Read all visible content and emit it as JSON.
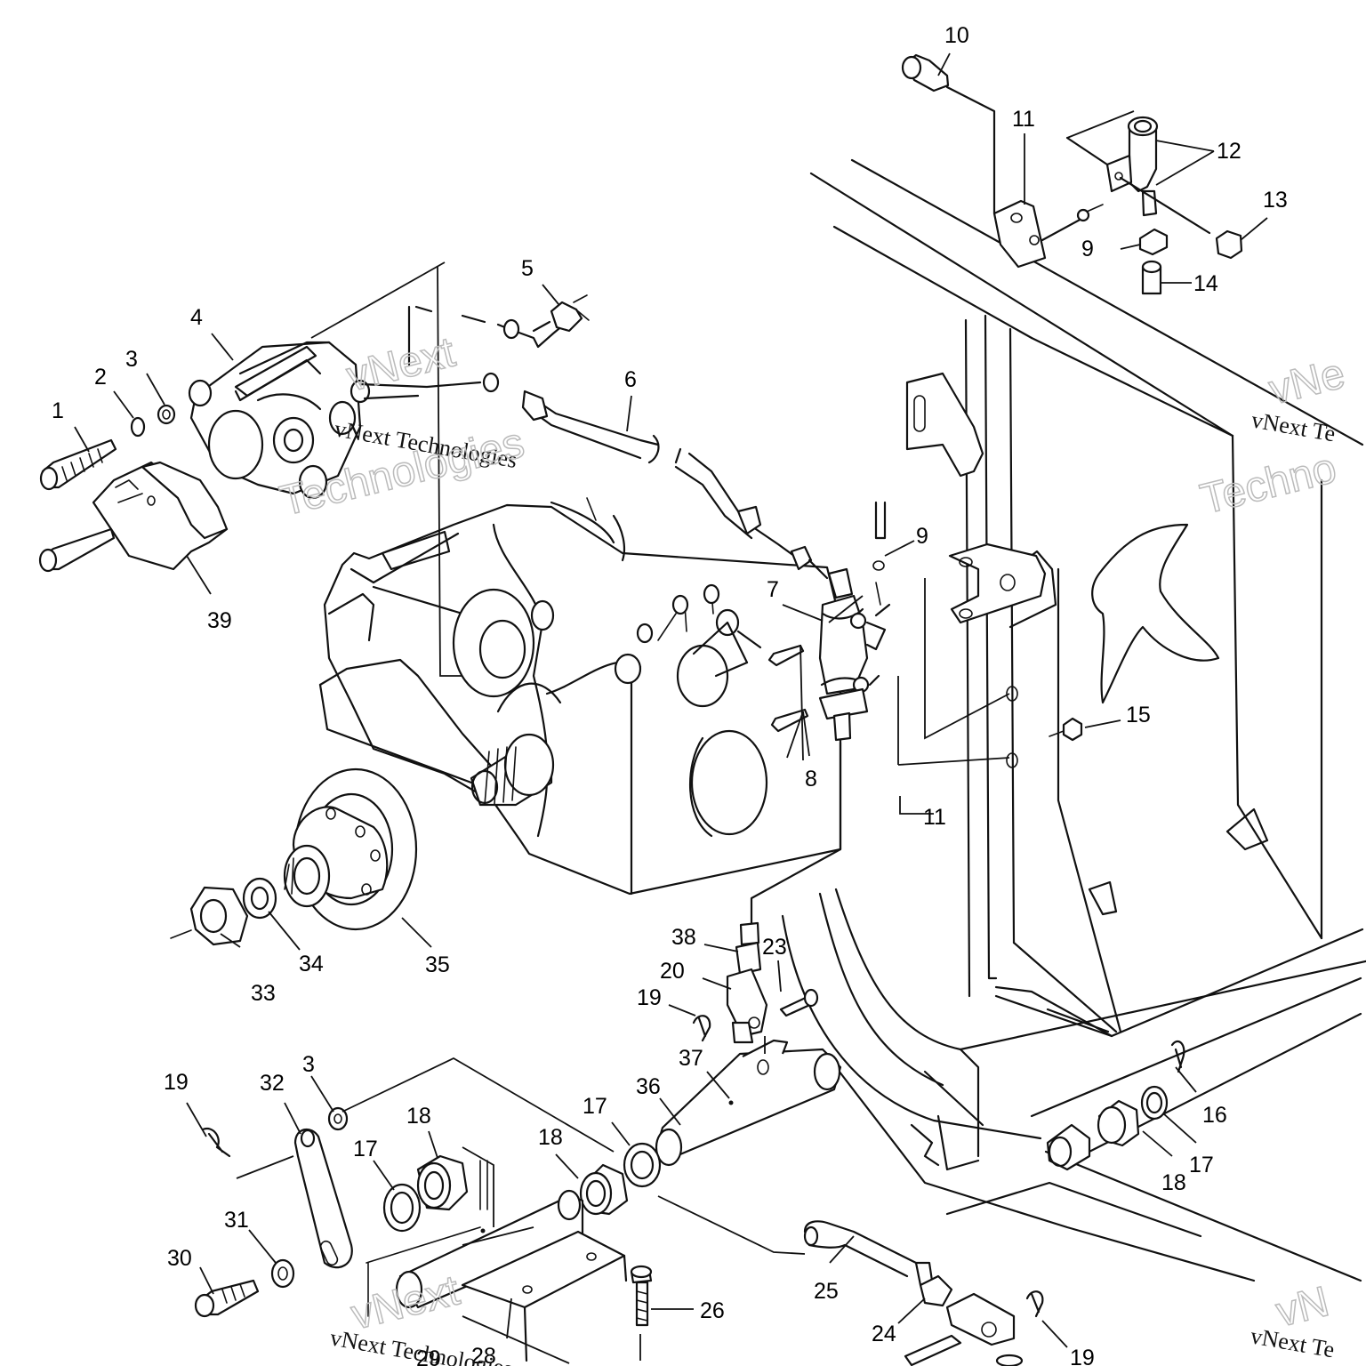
{
  "callouts": [
    {
      "id": "c1",
      "label": "1"
    },
    {
      "id": "c2",
      "label": "2"
    },
    {
      "id": "c3a",
      "label": "3"
    },
    {
      "id": "c4",
      "label": "4"
    },
    {
      "id": "c5",
      "label": "5"
    },
    {
      "id": "c6",
      "label": "6"
    },
    {
      "id": "c7",
      "label": "7"
    },
    {
      "id": "c8",
      "label": "8"
    },
    {
      "id": "c9a",
      "label": "9"
    },
    {
      "id": "c9b",
      "label": "9"
    },
    {
      "id": "c10",
      "label": "10"
    },
    {
      "id": "c11a",
      "label": "11"
    },
    {
      "id": "c11b",
      "label": "11"
    },
    {
      "id": "c12",
      "label": "12"
    },
    {
      "id": "c13",
      "label": "13"
    },
    {
      "id": "c14",
      "label": "14"
    },
    {
      "id": "c15",
      "label": "15"
    },
    {
      "id": "c16",
      "label": "16"
    },
    {
      "id": "c17a",
      "label": "17"
    },
    {
      "id": "c17b",
      "label": "17"
    },
    {
      "id": "c17c",
      "label": "17"
    },
    {
      "id": "c18a",
      "label": "18"
    },
    {
      "id": "c18b",
      "label": "18"
    },
    {
      "id": "c18c",
      "label": "18"
    },
    {
      "id": "c19a",
      "label": "19"
    },
    {
      "id": "c19b",
      "label": "19"
    },
    {
      "id": "c19c",
      "label": "19"
    },
    {
      "id": "c20",
      "label": "20"
    },
    {
      "id": "c23",
      "label": "23"
    },
    {
      "id": "c24",
      "label": "24"
    },
    {
      "id": "c25",
      "label": "25"
    },
    {
      "id": "c26",
      "label": "26"
    },
    {
      "id": "c29",
      "label": "29"
    },
    {
      "id": "c28",
      "label": "28"
    },
    {
      "id": "c30",
      "label": "30"
    },
    {
      "id": "c31",
      "label": "31"
    },
    {
      "id": "c32",
      "label": "32"
    },
    {
      "id": "c3b",
      "label": "3"
    },
    {
      "id": "c33",
      "label": "33"
    },
    {
      "id": "c34",
      "label": "34"
    },
    {
      "id": "c35",
      "label": "35"
    },
    {
      "id": "c36",
      "label": "36"
    },
    {
      "id": "c37",
      "label": "37"
    },
    {
      "id": "c38",
      "label": "38"
    },
    {
      "id": "c39",
      "label": "39"
    }
  ],
  "watermarks": {
    "company": "vNext Technologies",
    "company_short": "vNext Te",
    "word_technologies": "Technologies",
    "word_techno": "Techno",
    "word_vnext": "vNext",
    "word_vne": "vNe",
    "word_vn": "vN"
  }
}
